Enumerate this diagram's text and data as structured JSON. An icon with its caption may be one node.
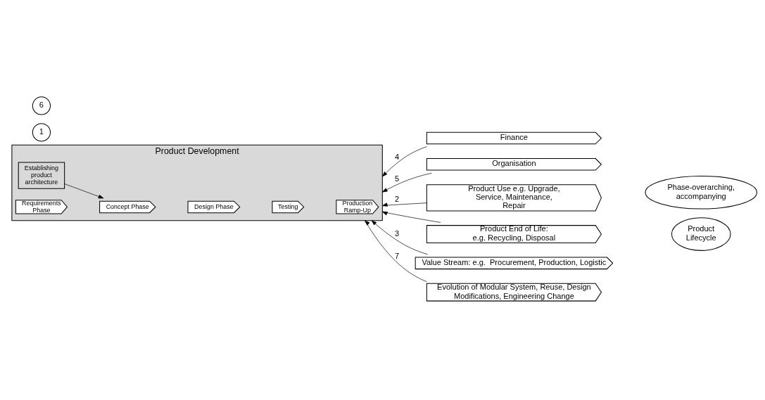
{
  "diagram": {
    "nodes": [
      {
        "text": [
          "Finance"
        ]
      },
      {
        "text": [
          "Organisation"
        ]
      },
      {
        "text": [
          "Product Development"
        ]
      },
      {
        "text": [
          "Establishing product architecture"
        ],
        "in": 2
      },
      {
        "text": [
          "Requirements Phase"
        ],
        "in": 2
      },
      {
        "text": [
          "Concept Phase"
        ],
        "in": 2
      },
      {
        "text": [
          "Design Phase"
        ],
        "in": 2
      },
      {
        "text": [
          "Testing"
        ],
        "in": 2
      },
      {
        "text": [
          "Production Ramp-Up"
        ],
        "in": 2
      },
      {
        "text": [
          "Product Use e.g. Upgrade, Service, Maintenance, Repair"
        ]
      },
      {
        "text": [
          "Product End of Life: e.g. Recycling, Disposal"
        ]
      },
      {
        "text": [
          "Value Stream: e.g.  Procurement, Production, Logistic"
        ]
      },
      {
        "text": [
          "Evolution of Modular System, Reuse, Design Modifications, Engineering Change"
        ]
      },
      {
        "text": [
          "Product Lifecycle"
        ]
      },
      {
        "text": [
          "Phase-overarching, accompanying"
        ]
      }
    ],
    "edges": [
      {
        "from": 0,
        "to": 2,
        "arrow": "to",
        "label": "4"
      },
      {
        "from": 1,
        "to": 2,
        "arrow": "to",
        "label": "5"
      },
      {
        "from": 9,
        "to": 2,
        "arrow": "to",
        "label": "2"
      },
      {
        "from": 10,
        "to": 2,
        "arrow": "to"
      },
      {
        "from": 11,
        "to": 2,
        "arrow": "to",
        "label": "3"
      },
      {
        "from": 12,
        "to": 2,
        "arrow": "to",
        "label": "7"
      },
      {
        "from": 3,
        "to": 5,
        "arrow": "to"
      }
    ],
    "labels": [
      "1",
      "6"
    ]
  }
}
